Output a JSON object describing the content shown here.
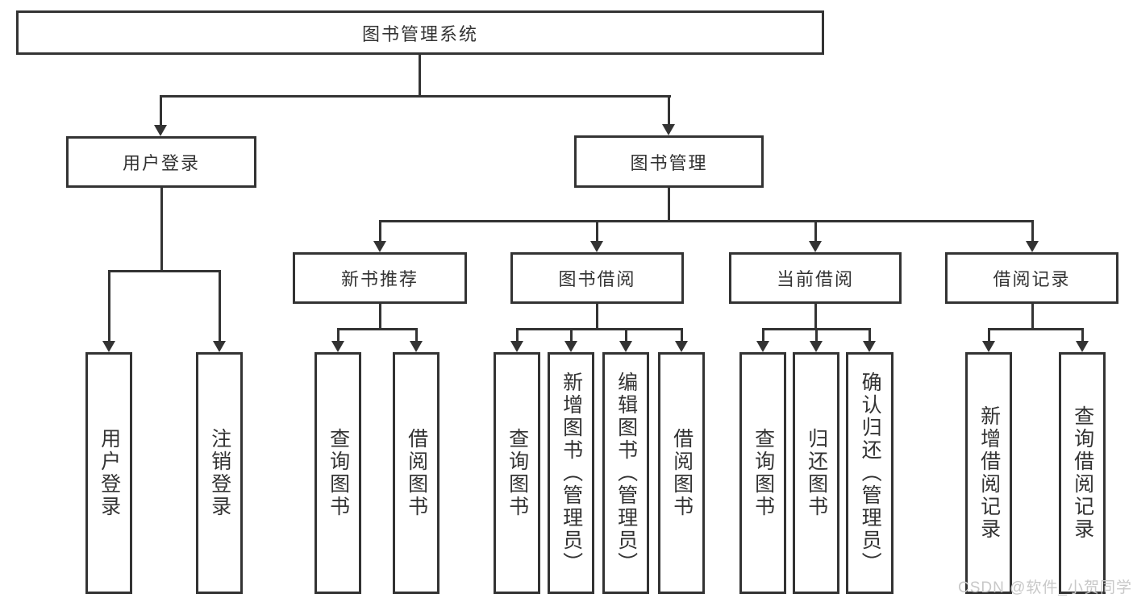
{
  "nodes": {
    "root": {
      "label": "图书管理系统"
    },
    "user_login": {
      "label": "用户登录"
    },
    "book_mgmt": {
      "label": "图书管理"
    },
    "new_book_rec": {
      "label": "新书推荐"
    },
    "book_borrow": {
      "label": "图书借阅"
    },
    "current_borrow": {
      "label": "当前借阅"
    },
    "borrow_record": {
      "label": "借阅记录"
    },
    "leaf_user_login": {
      "label": "用户登录"
    },
    "leaf_logout": {
      "label": "注销登录"
    },
    "leaf_query_book_1": {
      "label": "查询图书"
    },
    "leaf_borrow_book_1": {
      "label": "借阅图书"
    },
    "leaf_query_book_2": {
      "label": "查询图书"
    },
    "leaf_add_book": {
      "label": "新增图书（管理员）"
    },
    "leaf_edit_book": {
      "label": "编辑图书（管理员）"
    },
    "leaf_borrow_book_2": {
      "label": "借阅图书"
    },
    "leaf_query_book_3": {
      "label": "查询图书"
    },
    "leaf_return_book": {
      "label": "归还图书"
    },
    "leaf_confirm_return": {
      "label": "确认归还（管理员）"
    },
    "leaf_add_record": {
      "label": "新增借阅记录"
    },
    "leaf_query_record": {
      "label": "查询借阅记录"
    }
  },
  "watermark": {
    "text": "CSDN @软件_小贺同学"
  },
  "colors": {
    "line": "#333333",
    "box_border": "#333333",
    "box_background": "#ffffff",
    "page_background": "#ffffff",
    "watermark_text": "#c8c8c8"
  }
}
